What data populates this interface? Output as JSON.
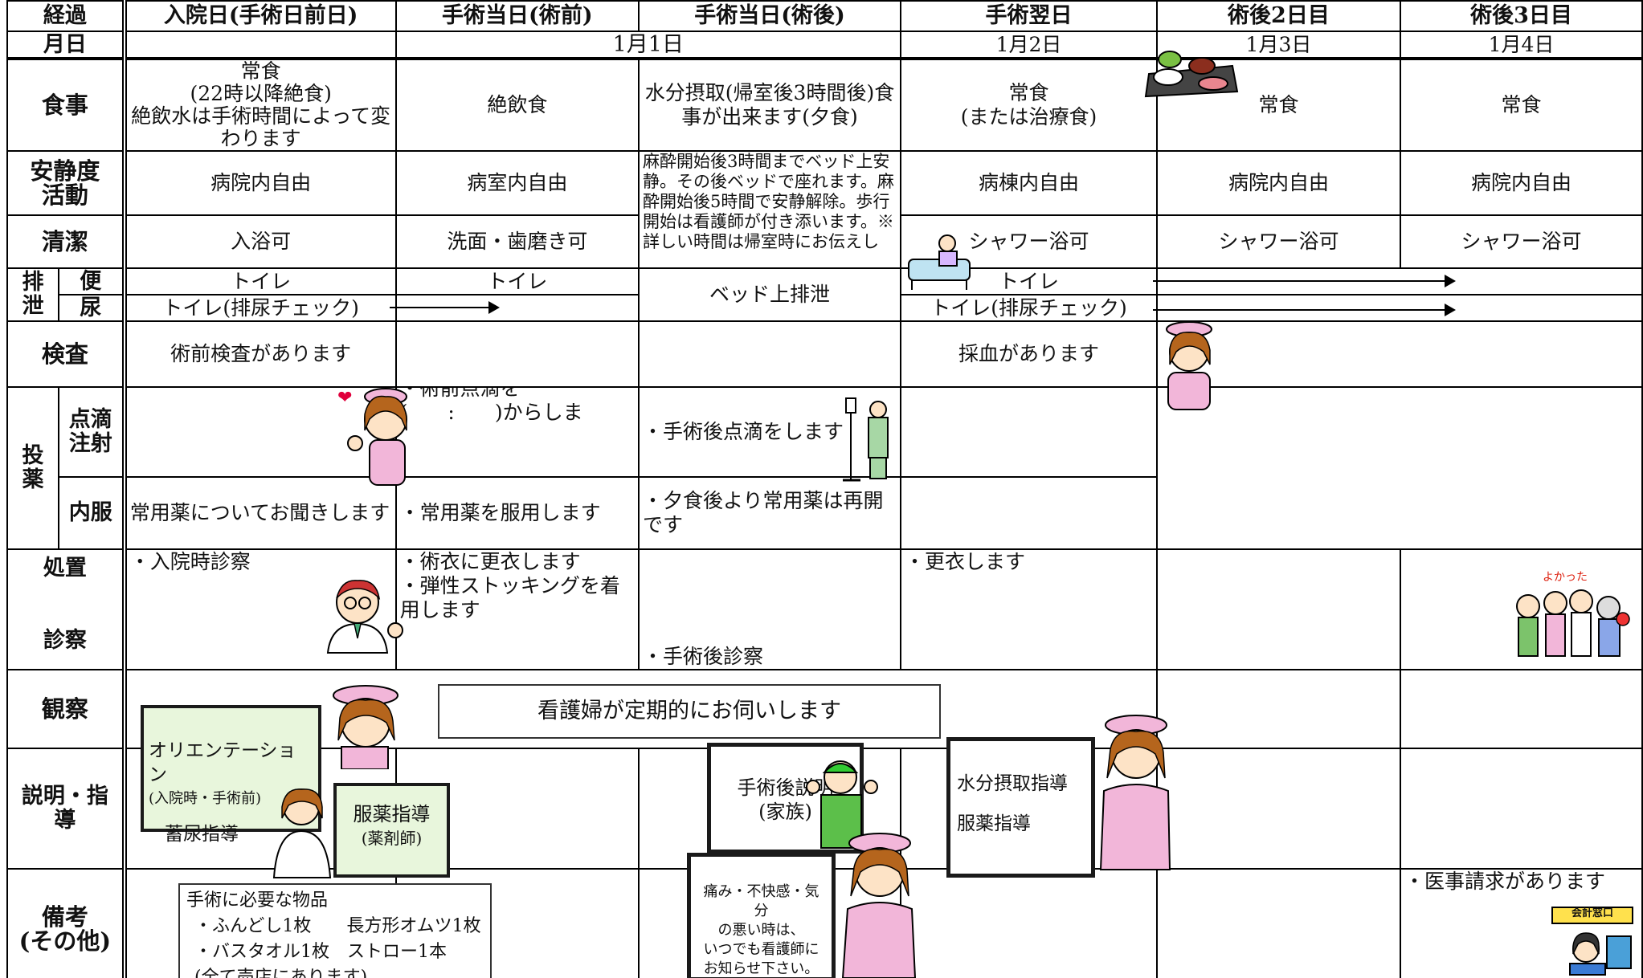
{
  "header": {
    "row_label": "経過",
    "date_label": "月日",
    "days": [
      {
        "label": "入院日(手術日前日)",
        "date": ""
      },
      {
        "label": "手術当日(術前)",
        "date": "1月1日"
      },
      {
        "label": "手術当日(術後)",
        "date": ""
      },
      {
        "label": "手術翌日",
        "date": "1月2日"
      },
      {
        "label": "術後2日目",
        "date": "1月3日"
      },
      {
        "label": "術後3日目",
        "date": "1月4日"
      }
    ]
  },
  "rows": {
    "meal": {
      "label": "食事",
      "d1_line1": "常食",
      "d1_line2": "(22時以降絶食)",
      "d1_line3": "絶飲水は手術時間によって変わります",
      "d2": "絶飲食",
      "d3": "水分摂取(帰室後3時間後)食事が出来ます(夕食)",
      "d4_line1": "常食",
      "d4_line2": "(または治療食)",
      "d5": "常食",
      "d6": "常食"
    },
    "activity": {
      "label_line1": "安静度",
      "label_line2": "活動",
      "d1": "病院内自由",
      "d2": "病室内自由",
      "d3": "麻酔開始後3時間までベッド上安静。その後ベッドで座れます。麻酔開始後5時間で安静解除。歩行開始は看護師が付き添います。※詳しい時間は帰室時にお伝えし",
      "d4": "病棟内自由",
      "d5": "病院内自由",
      "d6": "病院内自由"
    },
    "hygiene": {
      "label": "清潔",
      "d1": "入浴可",
      "d2": "洗面・歯磨き可",
      "d4": "シャワー浴可",
      "d5": "シャワー浴可",
      "d6": "シャワー浴可"
    },
    "excretion": {
      "label": "排泄",
      "stool_label": "便",
      "urine_label": "尿",
      "stool_d1": "トイレ",
      "stool_d2": "トイレ",
      "urine_d1": "トイレ(排尿チェック)",
      "d3": "ベッド上排泄",
      "stool_d4": "トイレ",
      "urine_d4": "トイレ(排尿チェック)"
    },
    "exam": {
      "label": "検査",
      "d1": "術前検査があります",
      "d4": "採血があります"
    },
    "medication": {
      "label": "投薬",
      "drip_label_line1": "点滴",
      "drip_label_line2": "注射",
      "oral_label": "内服",
      "drip_d2_line1": "・術前点滴を",
      "drip_d2_line2": "(　　:　　)からしま",
      "drip_d3": "・手術後点滴をします",
      "oral_d1": "常用薬についてお聞きします",
      "oral_d2": "・常用薬を服用します",
      "oral_d3": "・夕食後より常用薬は再開です"
    },
    "treatment": {
      "label_top": "処置",
      "label_bottom": "診察",
      "d1": "・入院時診察",
      "d2_line1": "・術衣に更衣します",
      "d2_line2": "・弾性ストッキングを着用します",
      "d3": "・手術後診察",
      "d4": "・更衣します"
    },
    "observation": {
      "label": "観察",
      "banner": "看護婦が定期的にお伺いします"
    },
    "guidance": {
      "label": "説明・指導",
      "sign1_title": "オリエンテーション",
      "sign1_sub": "(入院時・手術前)",
      "sign1_item": "蓄尿指導",
      "sign2_line1": "服薬指導",
      "sign2_line2": "(薬剤師)",
      "sign3_line1": "手術後説明",
      "sign3_line2": "(家族)",
      "sign4_line1": "水分摂取指導",
      "sign4_line2": "服薬指導"
    },
    "notes": {
      "label_line1": "備考",
      "label_line2": "(その他)",
      "items_title": "手術に必要な物品",
      "item1": "・ふんどし1枚　　長方形オムツ1枚",
      "item2": "・バスタオル1枚　ストロー1本",
      "item3": "(全て売店にあります)",
      "sign5_line1": "痛み・不快感・気分",
      "sign5_line2": "の悪い時は、",
      "sign5_line3": "いつでも看護師に",
      "sign5_line4": "お知らせ下さい。",
      "d6": "・医事請求があります",
      "counter_label": "会計窓口"
    }
  },
  "colors": {
    "sign_fill": "#e8f6dc",
    "nurse_pink": "#f2b6d9",
    "nurse_hair": "#b5651d",
    "skin": "#fde3c6",
    "line": "#000000"
  },
  "icons": [
    "meal-tray-icon",
    "patient-bed-icon",
    "nurse-icon",
    "iv-drip-patient-icon",
    "doctor-icon",
    "family-celebration-icon",
    "cashier-counter-icon",
    "heart-icon"
  ]
}
